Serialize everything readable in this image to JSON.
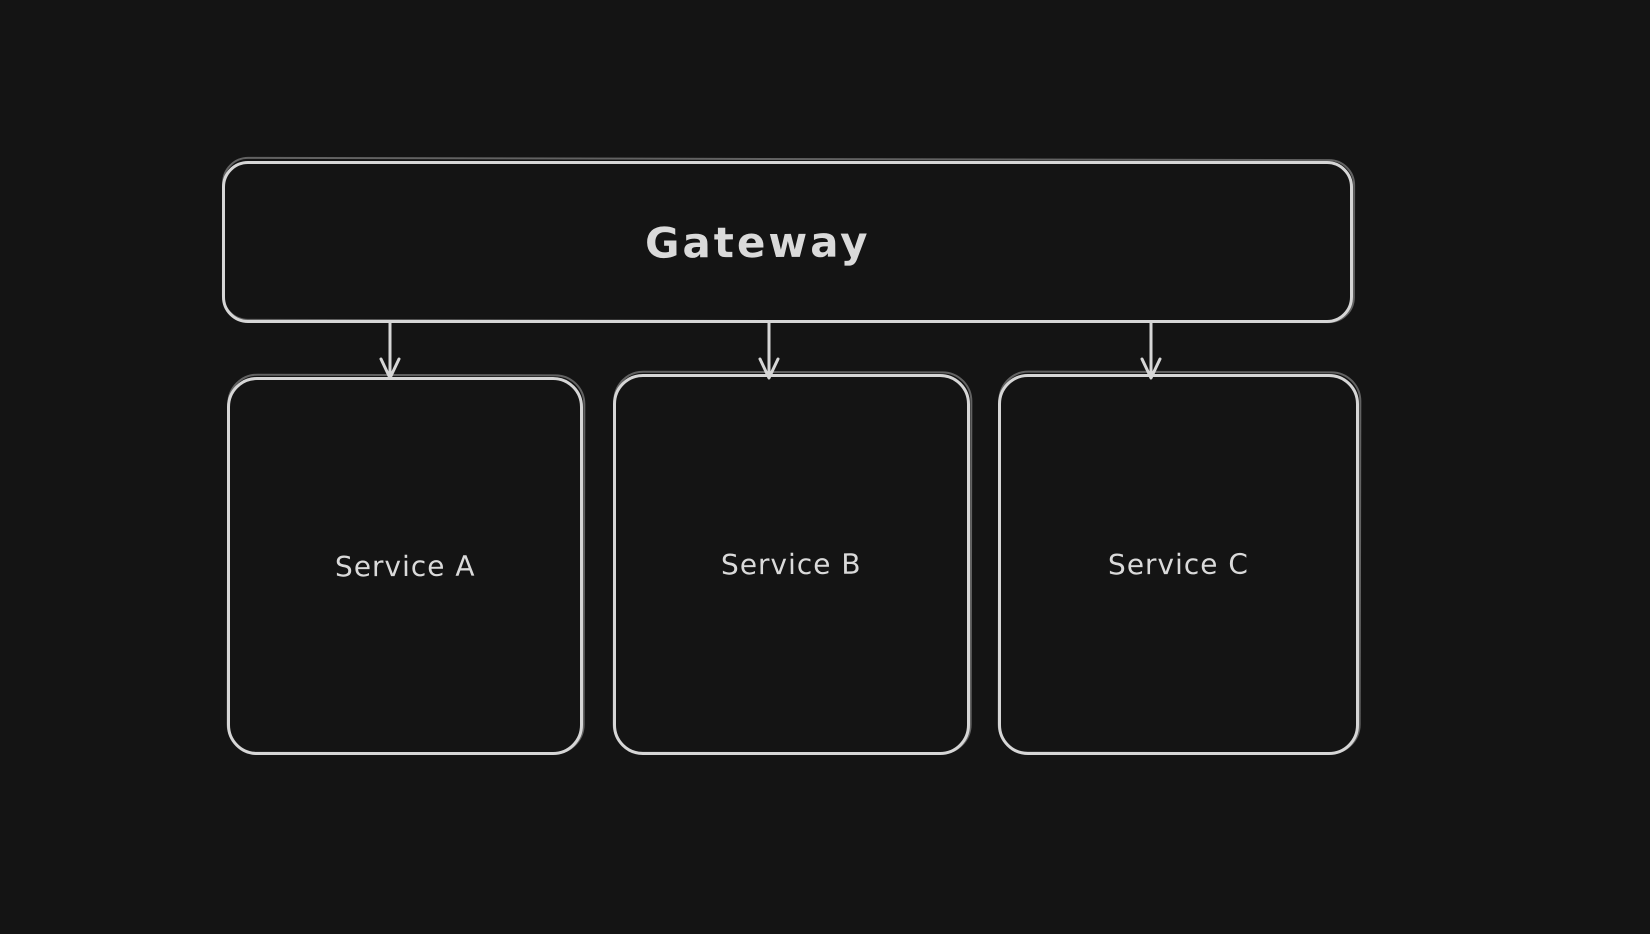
{
  "diagram": {
    "colors": {
      "background": "#141414",
      "stroke": "#d6d6d6",
      "text": "#dadada"
    },
    "nodes": [
      {
        "id": "gateway",
        "label": "Gateway",
        "shape": "rounded-rectangle"
      },
      {
        "id": "service-a",
        "label": "Service A",
        "shape": "rounded-rectangle"
      },
      {
        "id": "service-b",
        "label": "Service B",
        "shape": "rounded-rectangle"
      },
      {
        "id": "service-c",
        "label": "Service C",
        "shape": "rounded-rectangle"
      }
    ],
    "edges": [
      {
        "from": "gateway",
        "to": "service-a",
        "type": "arrow",
        "direction": "down"
      },
      {
        "from": "gateway",
        "to": "service-b",
        "type": "arrow",
        "direction": "down"
      },
      {
        "from": "gateway",
        "to": "service-c",
        "type": "arrow",
        "direction": "down"
      }
    ]
  }
}
